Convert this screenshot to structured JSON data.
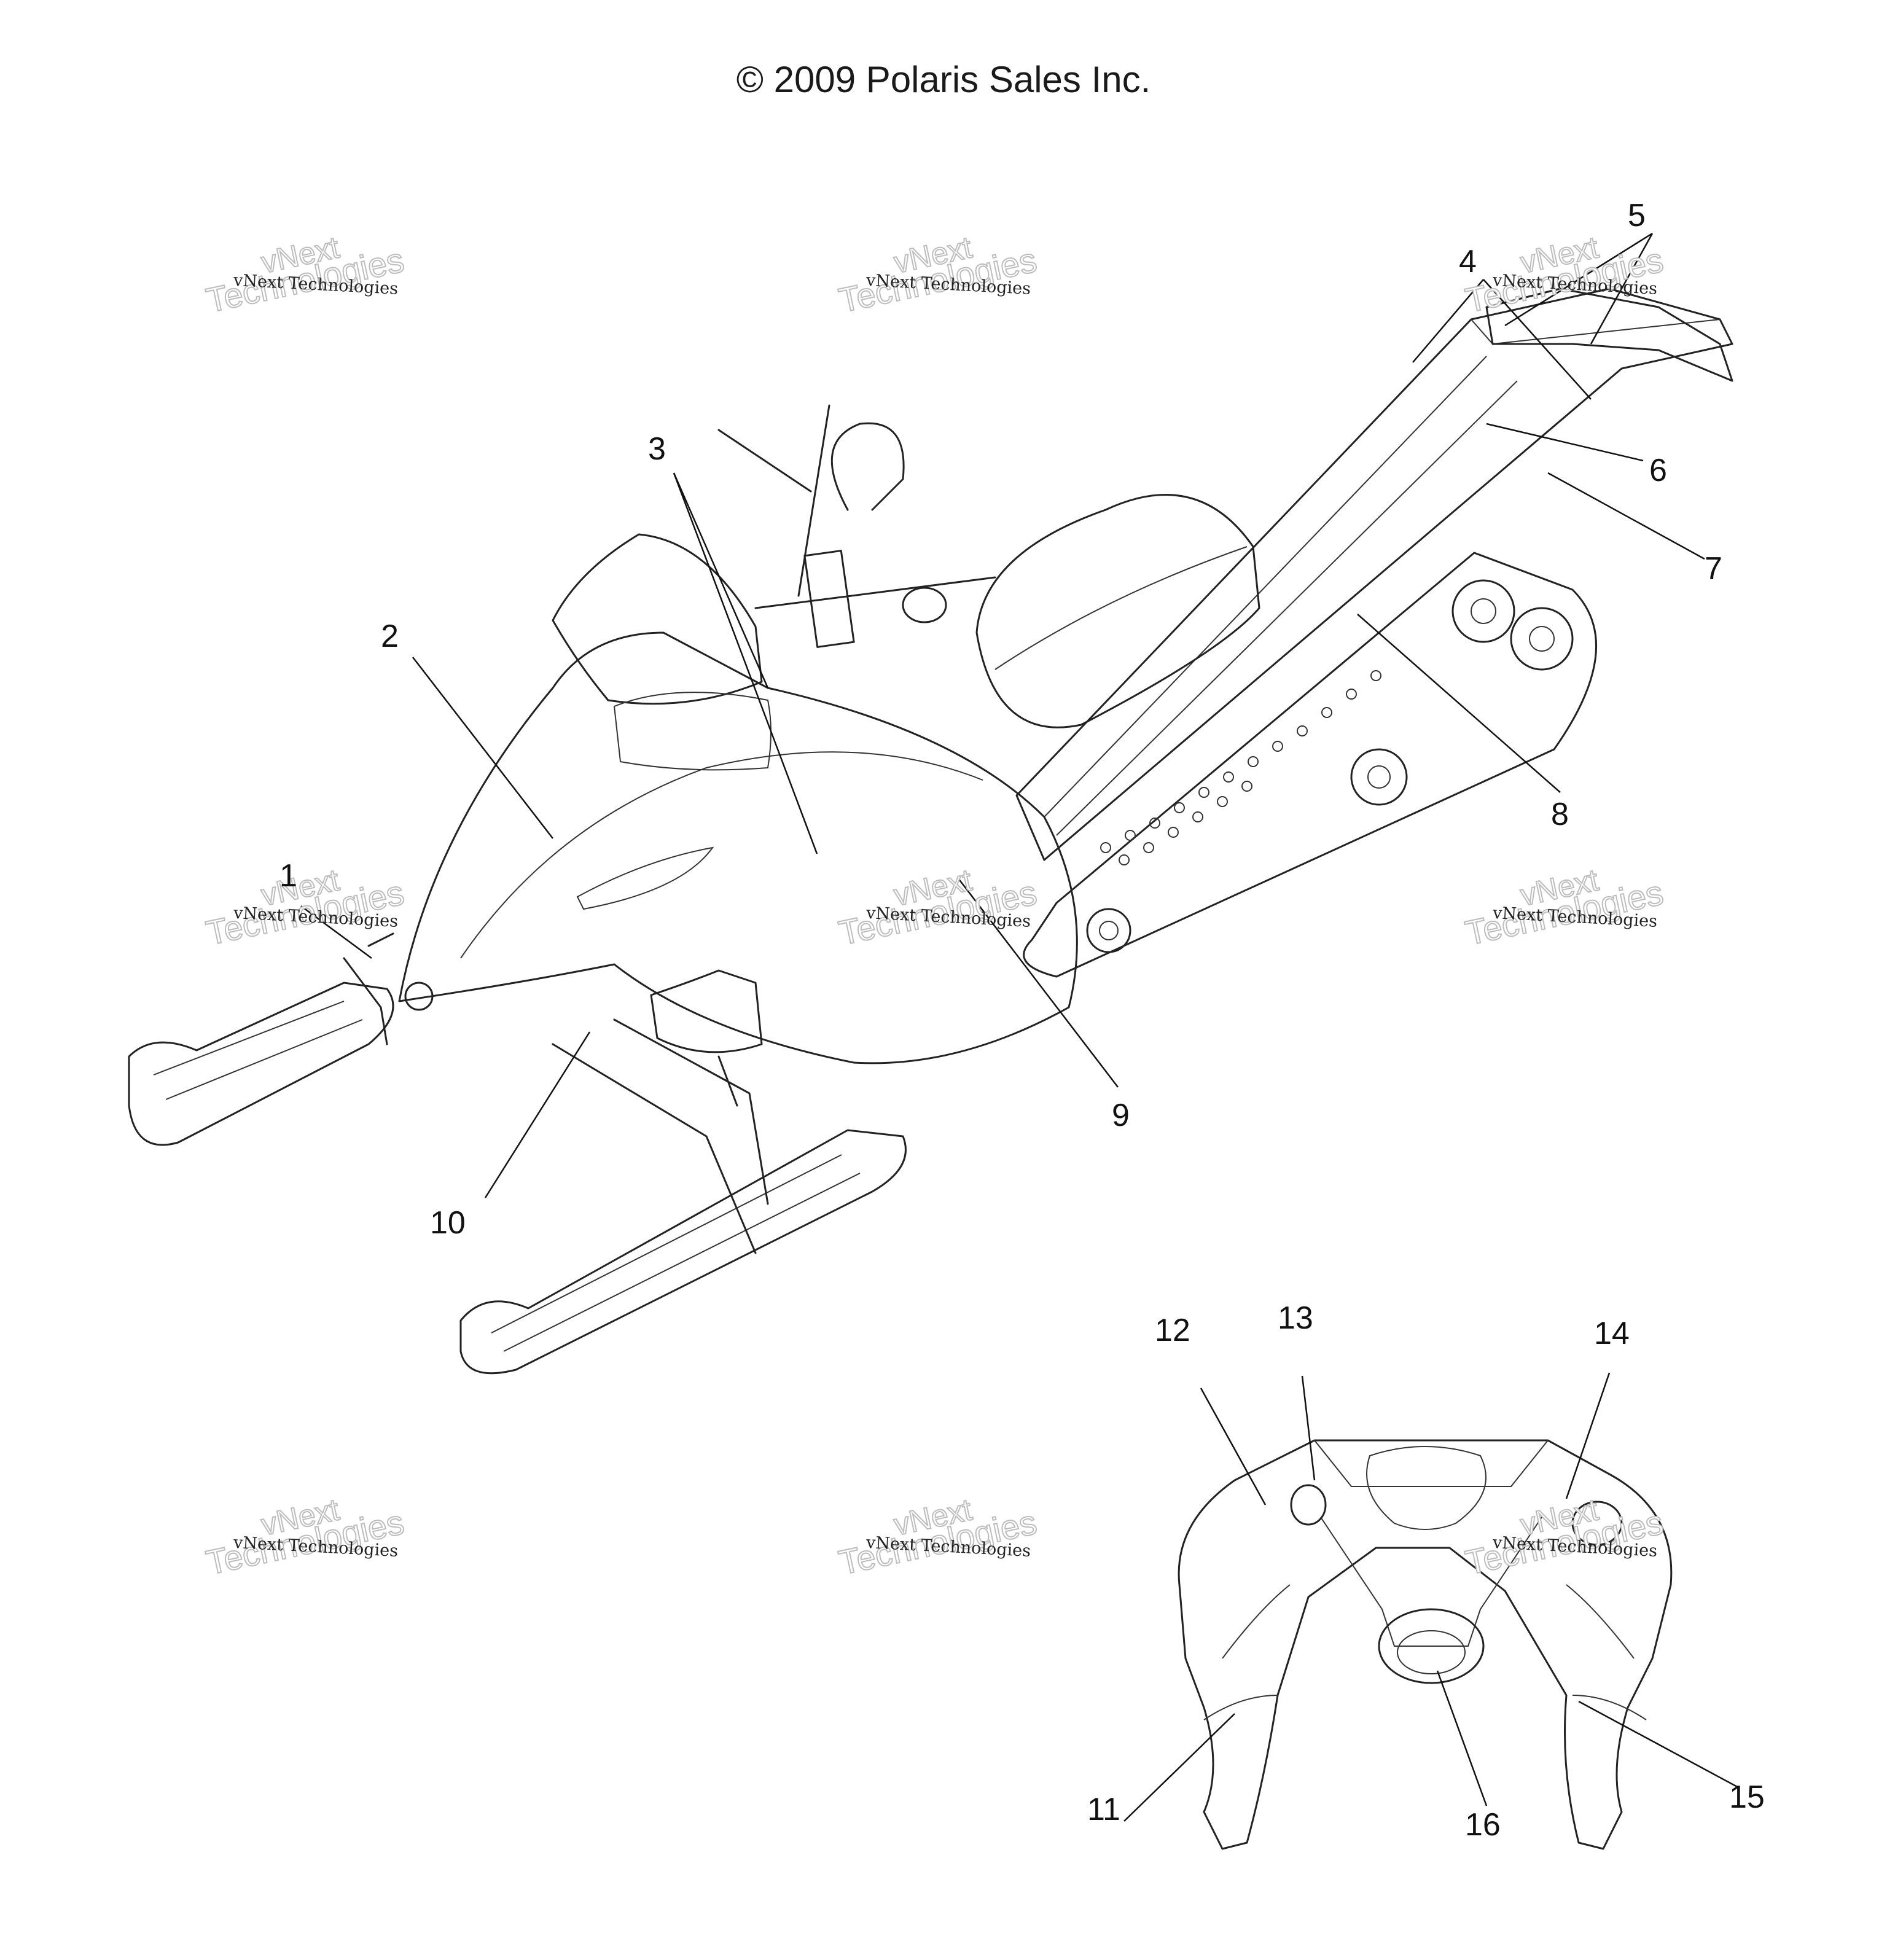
{
  "copyright": "© 2009 Polaris Sales Inc.",
  "watermark": {
    "title": "vNext",
    "subtitle": "vNext Technologies",
    "big_text": "Technologies"
  },
  "callouts": [
    "1",
    "2",
    "3",
    "4",
    "5",
    "6",
    "7",
    "8",
    "9",
    "10",
    "11",
    "12",
    "13",
    "14",
    "15",
    "16"
  ]
}
